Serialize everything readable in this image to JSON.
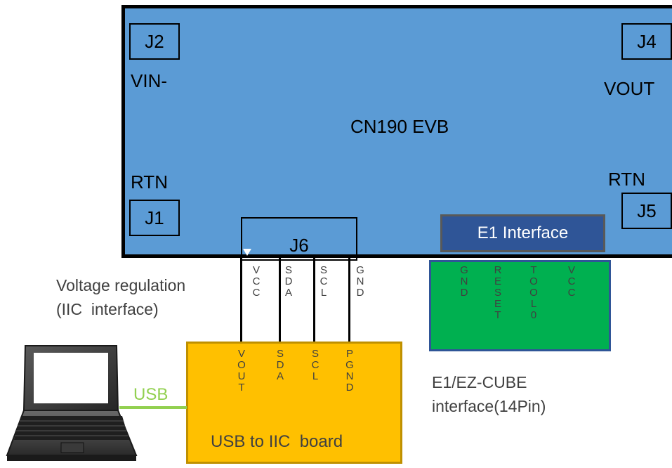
{
  "evb": {
    "title": "CN190 EVB",
    "j2": "J2",
    "vin_label": "VIN-",
    "j4": "J4",
    "vout_label": "VOUT",
    "j1": "J1",
    "rtn_left": "RTN",
    "j5": "J5",
    "rtn_right": "RTN",
    "j6": "J6",
    "e1_interface": "E1 Interface"
  },
  "iic_pins": {
    "top": [
      "V\nC\nC",
      "S\nD\nA",
      "S\nC\nL",
      "G\nN\nD"
    ],
    "bottom": [
      "V\nO\nU\nT",
      "S\nD\nA",
      "S\nC\nL",
      "P\nG\nN\nD"
    ]
  },
  "e1_pins": [
    "G\nN\nD",
    "R\nE\nS\nE\nT",
    "T\nO\nO\nL\n0",
    "V\nC\nC"
  ],
  "labels": {
    "voltage_regulation": "Voltage regulation",
    "iic_interface": "(IIC  interface)",
    "usb": "USB",
    "usb_board": "USB to IIC  board",
    "e1_caption_1": "E1/EZ-CUBE",
    "e1_caption_2": "interface(14Pin)"
  },
  "colors": {
    "evb_fill": "#5b9bd5",
    "e1_interface_fill": "#2f5597",
    "e1_header_fill": "#00b050",
    "usb_board_fill": "#ffc000",
    "usb_cable": "#92d050"
  }
}
